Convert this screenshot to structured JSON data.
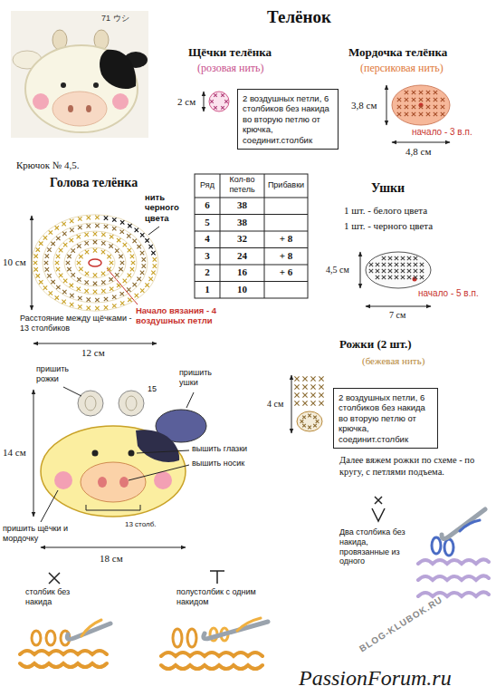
{
  "diagram": {
    "title": "Телёнок",
    "nodes": [
      {
        "text": [
          "2 воздушных петли, 6 столбиков без накида во вторую петлю от крючка, соединит.столбик"
        ]
      },
      {
        "text": [
          "2 воздушных петли, 6 столбиков без накида во вторую петлю от крючка, соединит.столбик"
        ]
      }
    ],
    "labels": [
      "71 ウシ",
      "Щёчки телёнка",
      "(розовая нить)",
      "2 см",
      "Мордочка телёнка",
      "(персиковая нить)",
      "3,8 см",
      "начало - 3 в.п.",
      "4,8 см",
      "Крючок № 4,5.",
      "Голова телёнка",
      "Ряд",
      "Кол-во петель",
      "Прибавки",
      "6",
      "38",
      "5",
      "38",
      "4",
      "32",
      "+ 8",
      "3",
      "24",
      "+ 8",
      "2",
      "16",
      "+ 6",
      "1",
      "10",
      "нить черного цвета",
      "10 см",
      "Начало вязания - 4 воздушных петли",
      "Расстояние между щёчками - 13 столбиков",
      "12 см",
      "Ушки",
      "1 шт. - белого цвета",
      "1 шт. - черного цвета",
      "4,5 см",
      "начало - 5 в.п.",
      "7 см",
      "Рожки (2 шт.)",
      "(бежевая нить)",
      "4 см",
      "Далее вяжем рожки по схеме - по кругу, с петлями подъема.",
      "пришить рожки",
      "15",
      "пришить ушки",
      "14 см",
      "вышить глазки",
      "вышить носик",
      "пришить щёчки и мордочку",
      "13 столб.",
      "18 см",
      "Два столбика без накида, провязанные из одного",
      "столбик без накида",
      "полустолбик с одним накидом",
      "BLOG-KLUBOK.RU",
      "PassionForum.ru"
    ]
  }
}
